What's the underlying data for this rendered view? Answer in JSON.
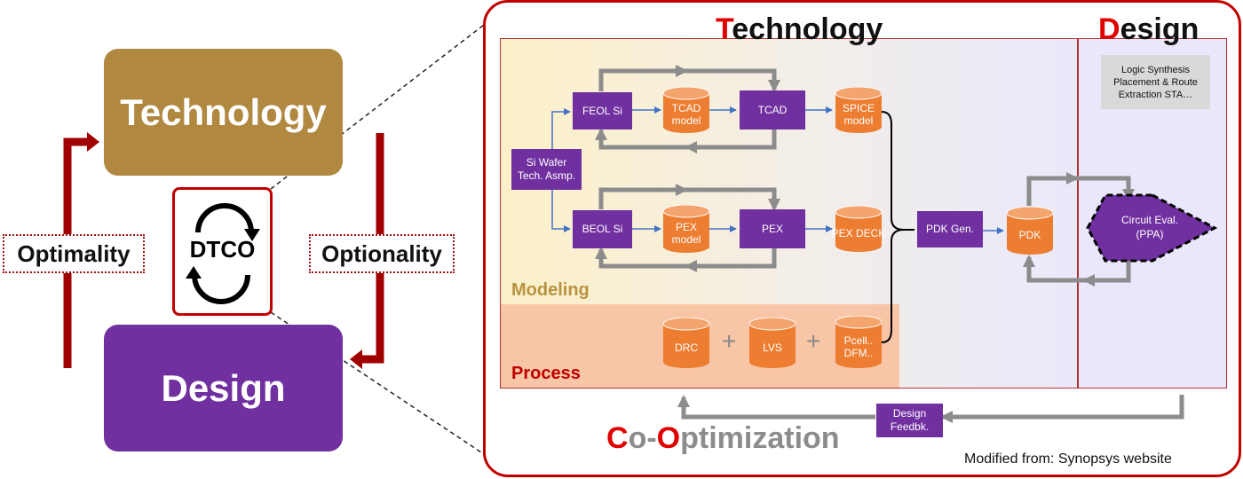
{
  "left": {
    "technology_label": "Technology",
    "design_label": "Design",
    "optimality_label": "Optimality",
    "optionality_label": "Optionality",
    "dtco_label": "DTCO"
  },
  "headings": {
    "technology": {
      "first": "T",
      "rest": "echnology"
    },
    "design": {
      "first": "D",
      "rest": "esign"
    },
    "co_opt": {
      "c": "C",
      "o1": "o",
      "dash": "-",
      "o2": "O",
      "rest": "ptimization"
    }
  },
  "section_labels": {
    "modeling": "Modeling",
    "process": "Process"
  },
  "design_tools": [
    "Logic Synthesis",
    "Placement & Route",
    "Extraction STA…"
  ],
  "flow": {
    "si_wafer": [
      "Si Wafer",
      "Tech. Asmp."
    ],
    "feol_si": "FEOL Si",
    "tcad_model": [
      "TCAD",
      "model"
    ],
    "tcad": "TCAD",
    "spice_model": [
      "SPICE",
      "model"
    ],
    "beol_si": "BEOL Si",
    "pex_model": [
      "PEX",
      "model"
    ],
    "pex": "PEX",
    "pex_deck": "PEX DECK",
    "pdk_gen": "PDK Gen.",
    "pdk": "PDK",
    "circuit_eval": [
      "Circuit Eval.",
      "(PPA)"
    ],
    "drc": "DRC",
    "lvs": "LVS",
    "pcell": [
      "Pcell..",
      "DFM.."
    ],
    "plus": "+",
    "design_feedback": [
      "Design",
      "Feedbk."
    ]
  },
  "credit": "Modified from: Synopsys website",
  "colors": {
    "tech_gold": "#b08840",
    "design_purple": "#7030a0",
    "dark_red": "#a00000",
    "orange": "#ed7d31",
    "gray_arrow": "#8c8c8c",
    "blue_arrow": "#4472c4"
  }
}
